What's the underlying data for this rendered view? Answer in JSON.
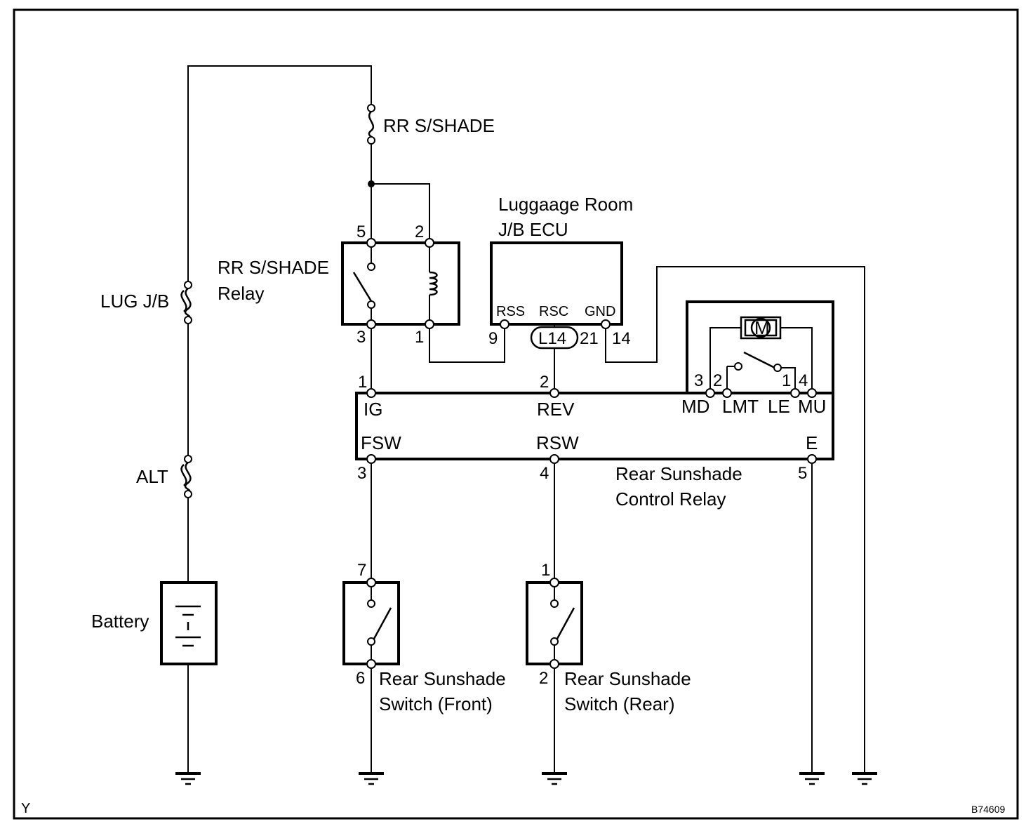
{
  "fuses": {
    "rr_sshade": "RR S/SHADE",
    "lug_jb": "LUG J/B",
    "alt": "ALT"
  },
  "battery": {
    "label": "Battery"
  },
  "relay": {
    "label_line1": "RR S/SHADE",
    "label_line2": "Relay",
    "pins": {
      "p5": "5",
      "p2": "2",
      "p3": "3",
      "p1": "1"
    }
  },
  "ecu": {
    "title_line1": "Luggaage Room",
    "title_line2": "J/B ECU",
    "terminals": {
      "rss": "RSS",
      "rsc": "RSC",
      "gnd": "GND"
    },
    "pins": {
      "p9": "9",
      "p21": "21",
      "p14": "14"
    },
    "connector": "L14"
  },
  "control_relay": {
    "label_line1": "Rear Sunshade",
    "label_line2": "Control Relay",
    "terminals": {
      "ig": "IG",
      "rev": "REV",
      "md": "MD",
      "lmt": "LMT",
      "le": "LE",
      "mu": "MU",
      "fsw": "FSW",
      "rsw": "RSW",
      "e": "E"
    },
    "pins": {
      "ig": "1",
      "rev": "2",
      "md": "3",
      "lmt": "2",
      "le": "1",
      "mu": "4",
      "fsw": "3",
      "rsw": "4",
      "e": "5"
    },
    "motor": "M"
  },
  "switch_front": {
    "label_line1": "Rear Sunshade",
    "label_line2": "Switch (Front)",
    "pin_top": "7",
    "pin_bottom": "6"
  },
  "switch_rear": {
    "label_line1": "Rear Sunshade",
    "label_line2": "Switch (Rear)",
    "pin_top": "1",
    "pin_bottom": "2"
  },
  "corner_left": "Y",
  "figure_code": "B74609"
}
